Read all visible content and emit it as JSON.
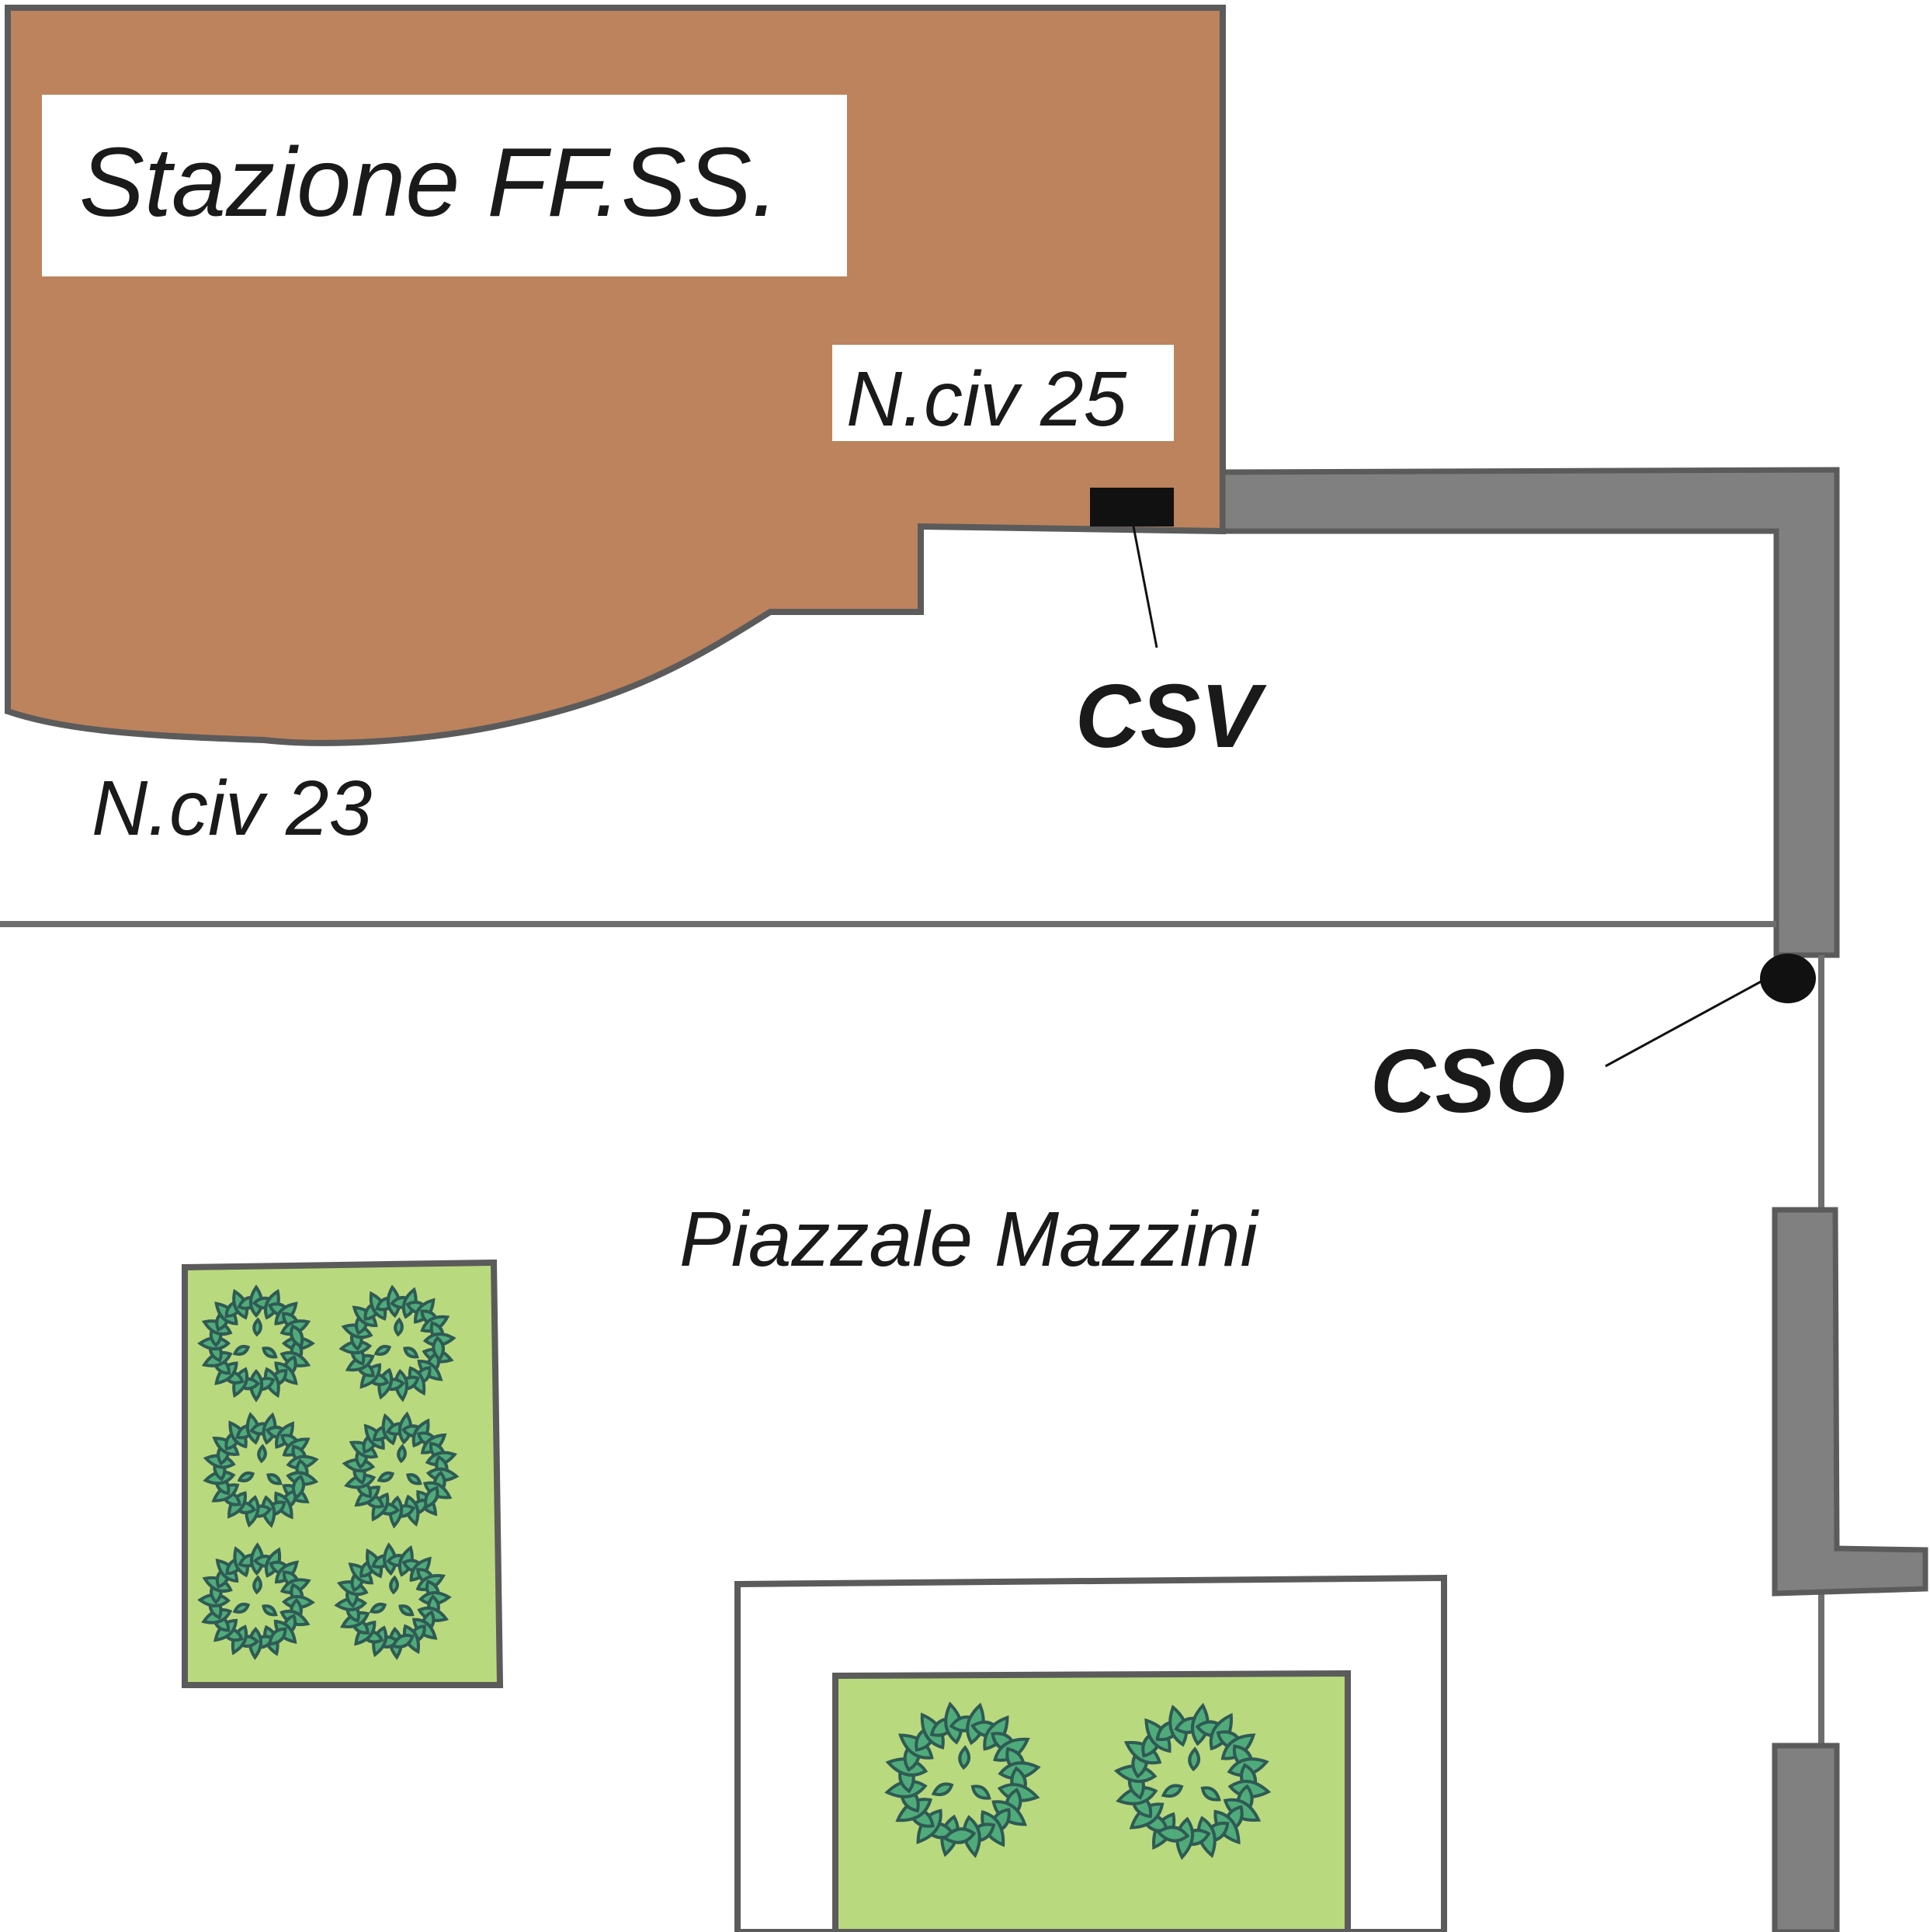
{
  "map": {
    "station_label": "Stazione FF.SS.",
    "house_number_25": "N.civ 25",
    "house_number_23": "N.civ 23",
    "csv_label": "CSV",
    "cso_label": "CSO",
    "square_label": "Piazzale Mazzini"
  },
  "colors": {
    "building": "#bc835d",
    "wall": "#808080",
    "outline": "#5b5b5b",
    "lawn": "#b9d97e",
    "tree_leaf": "#4fac7a",
    "tree_outline": "#2f5a54",
    "marker": "#111111"
  },
  "icons": {
    "tree": "tree-icon",
    "csv_marker": "square-marker-icon",
    "cso_marker": "circle-marker-icon"
  }
}
